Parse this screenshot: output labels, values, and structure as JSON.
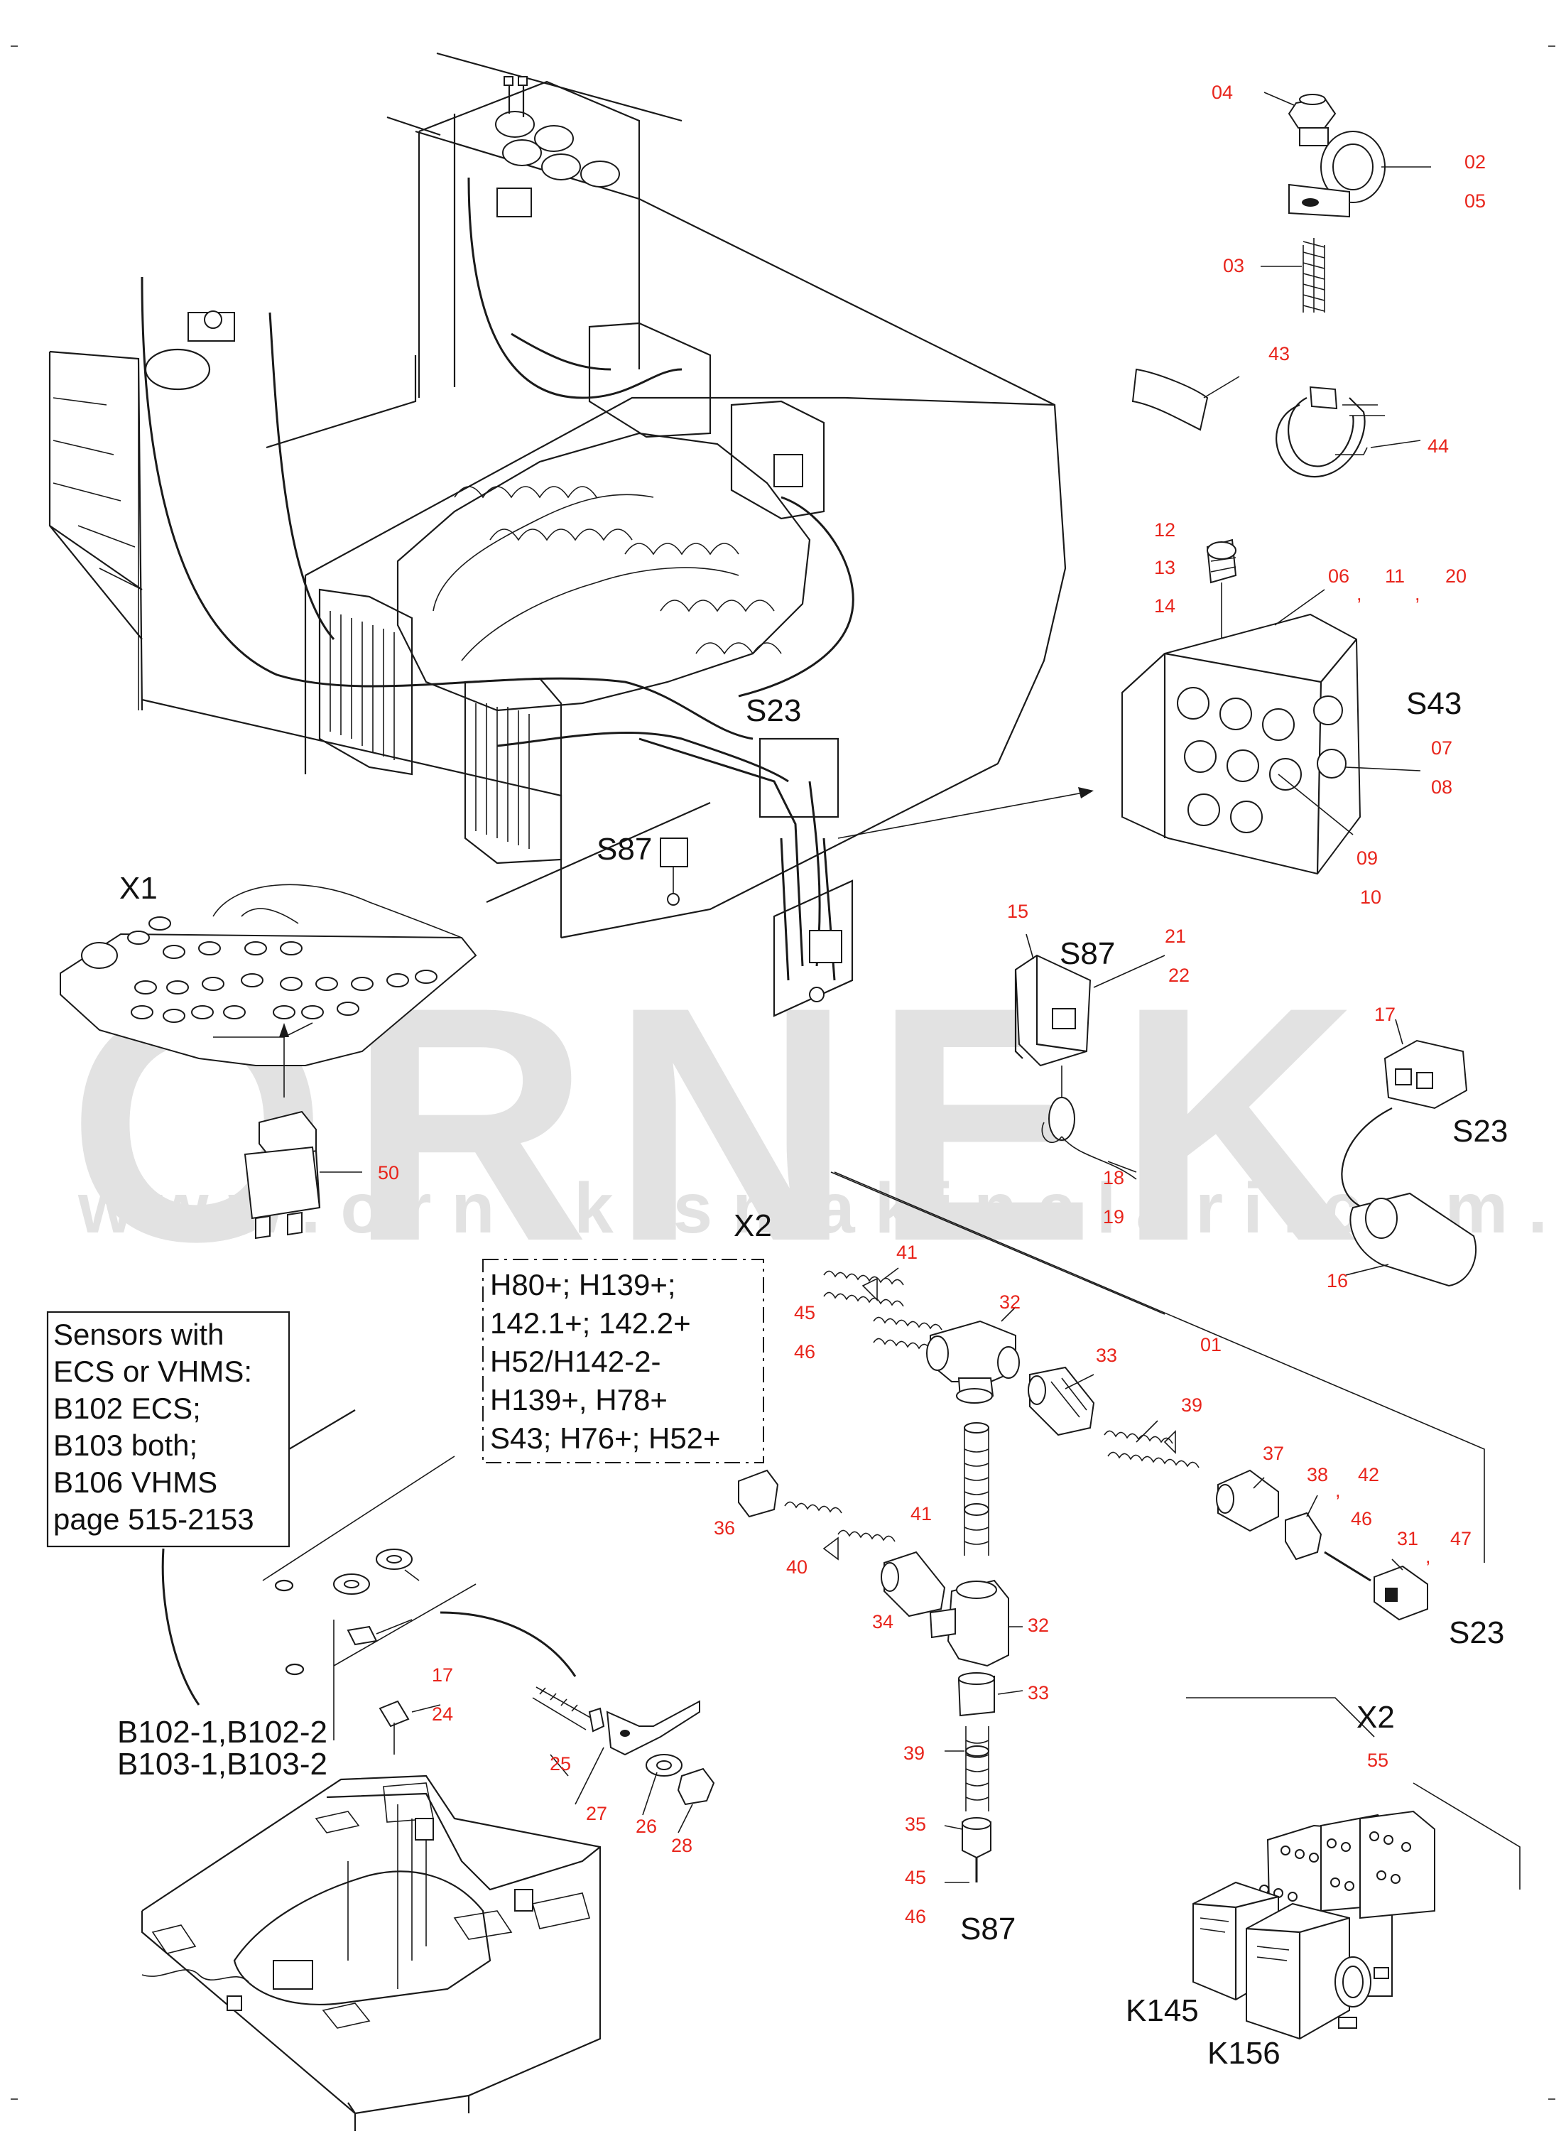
{
  "watermark": {
    "brand": "ÖRNEK",
    "url": "www.ornekismakinalari.com.tr",
    "color": "#e2e2e2"
  },
  "colors": {
    "callout": "#e8251c",
    "line": "#1a1a1a"
  },
  "callouts": {
    "c01": "01",
    "c02": "02",
    "c03": "03",
    "c04": "04",
    "c05": "05",
    "c06": "06",
    "c07": "07",
    "c08": "08",
    "c09": "09",
    "c10": "10",
    "c11": "11",
    "c12": "12",
    "c13": "13",
    "c14": "14",
    "c15": "15",
    "c16": "16",
    "c17a": "17",
    "c17b": "17",
    "c18": "18",
    "c19": "19",
    "c20": "20",
    "c21": "21",
    "c22": "22",
    "c24": "24",
    "c25": "25",
    "c26": "26",
    "c27": "27",
    "c28": "28",
    "c31": "31",
    "c32a": "32",
    "c32b": "32",
    "c33a": "33",
    "c33b": "33",
    "c34": "34",
    "c35": "35",
    "c36": "36",
    "c37": "37",
    "c38": "38",
    "c39a": "39",
    "c39b": "39",
    "c40": "40",
    "c41a": "41",
    "c41b": "41",
    "c42": "42",
    "c43": "43",
    "c44": "44",
    "c45a": "45",
    "c45b": "45",
    "c46a": "46",
    "c46b": "46",
    "c46c": "46",
    "c47": "47",
    "c50": "50",
    "c55": "55"
  },
  "separators": {
    "comma": ","
  },
  "components": {
    "x1": "X1",
    "x2_top": "X2",
    "x2_bottom": "X2",
    "s23_engine": "S23",
    "s23_sensor": "S23",
    "s23_harness": "S23",
    "s87_engine": "S87",
    "s87_switch": "S87",
    "s87_harness": "S87",
    "s43": "S43",
    "k145": "K145",
    "k156": "K156",
    "b102_b103_line1": "B102-1,B102-2",
    "b102_b103_line2": "B103-1,B103-2"
  },
  "sensor_note": {
    "lines": [
      "Sensors with",
      "ECS or VHMS:",
      "B102 ECS;",
      "B103 both;",
      "B106 VHMS",
      "page 515-2153"
    ]
  },
  "wiring_note": {
    "lines": [
      "H80+; H139+;",
      "142.1+; 142.2+",
      "H52/H142-2-",
      "H139+, H78+",
      "S43; H76+; H52+"
    ]
  }
}
